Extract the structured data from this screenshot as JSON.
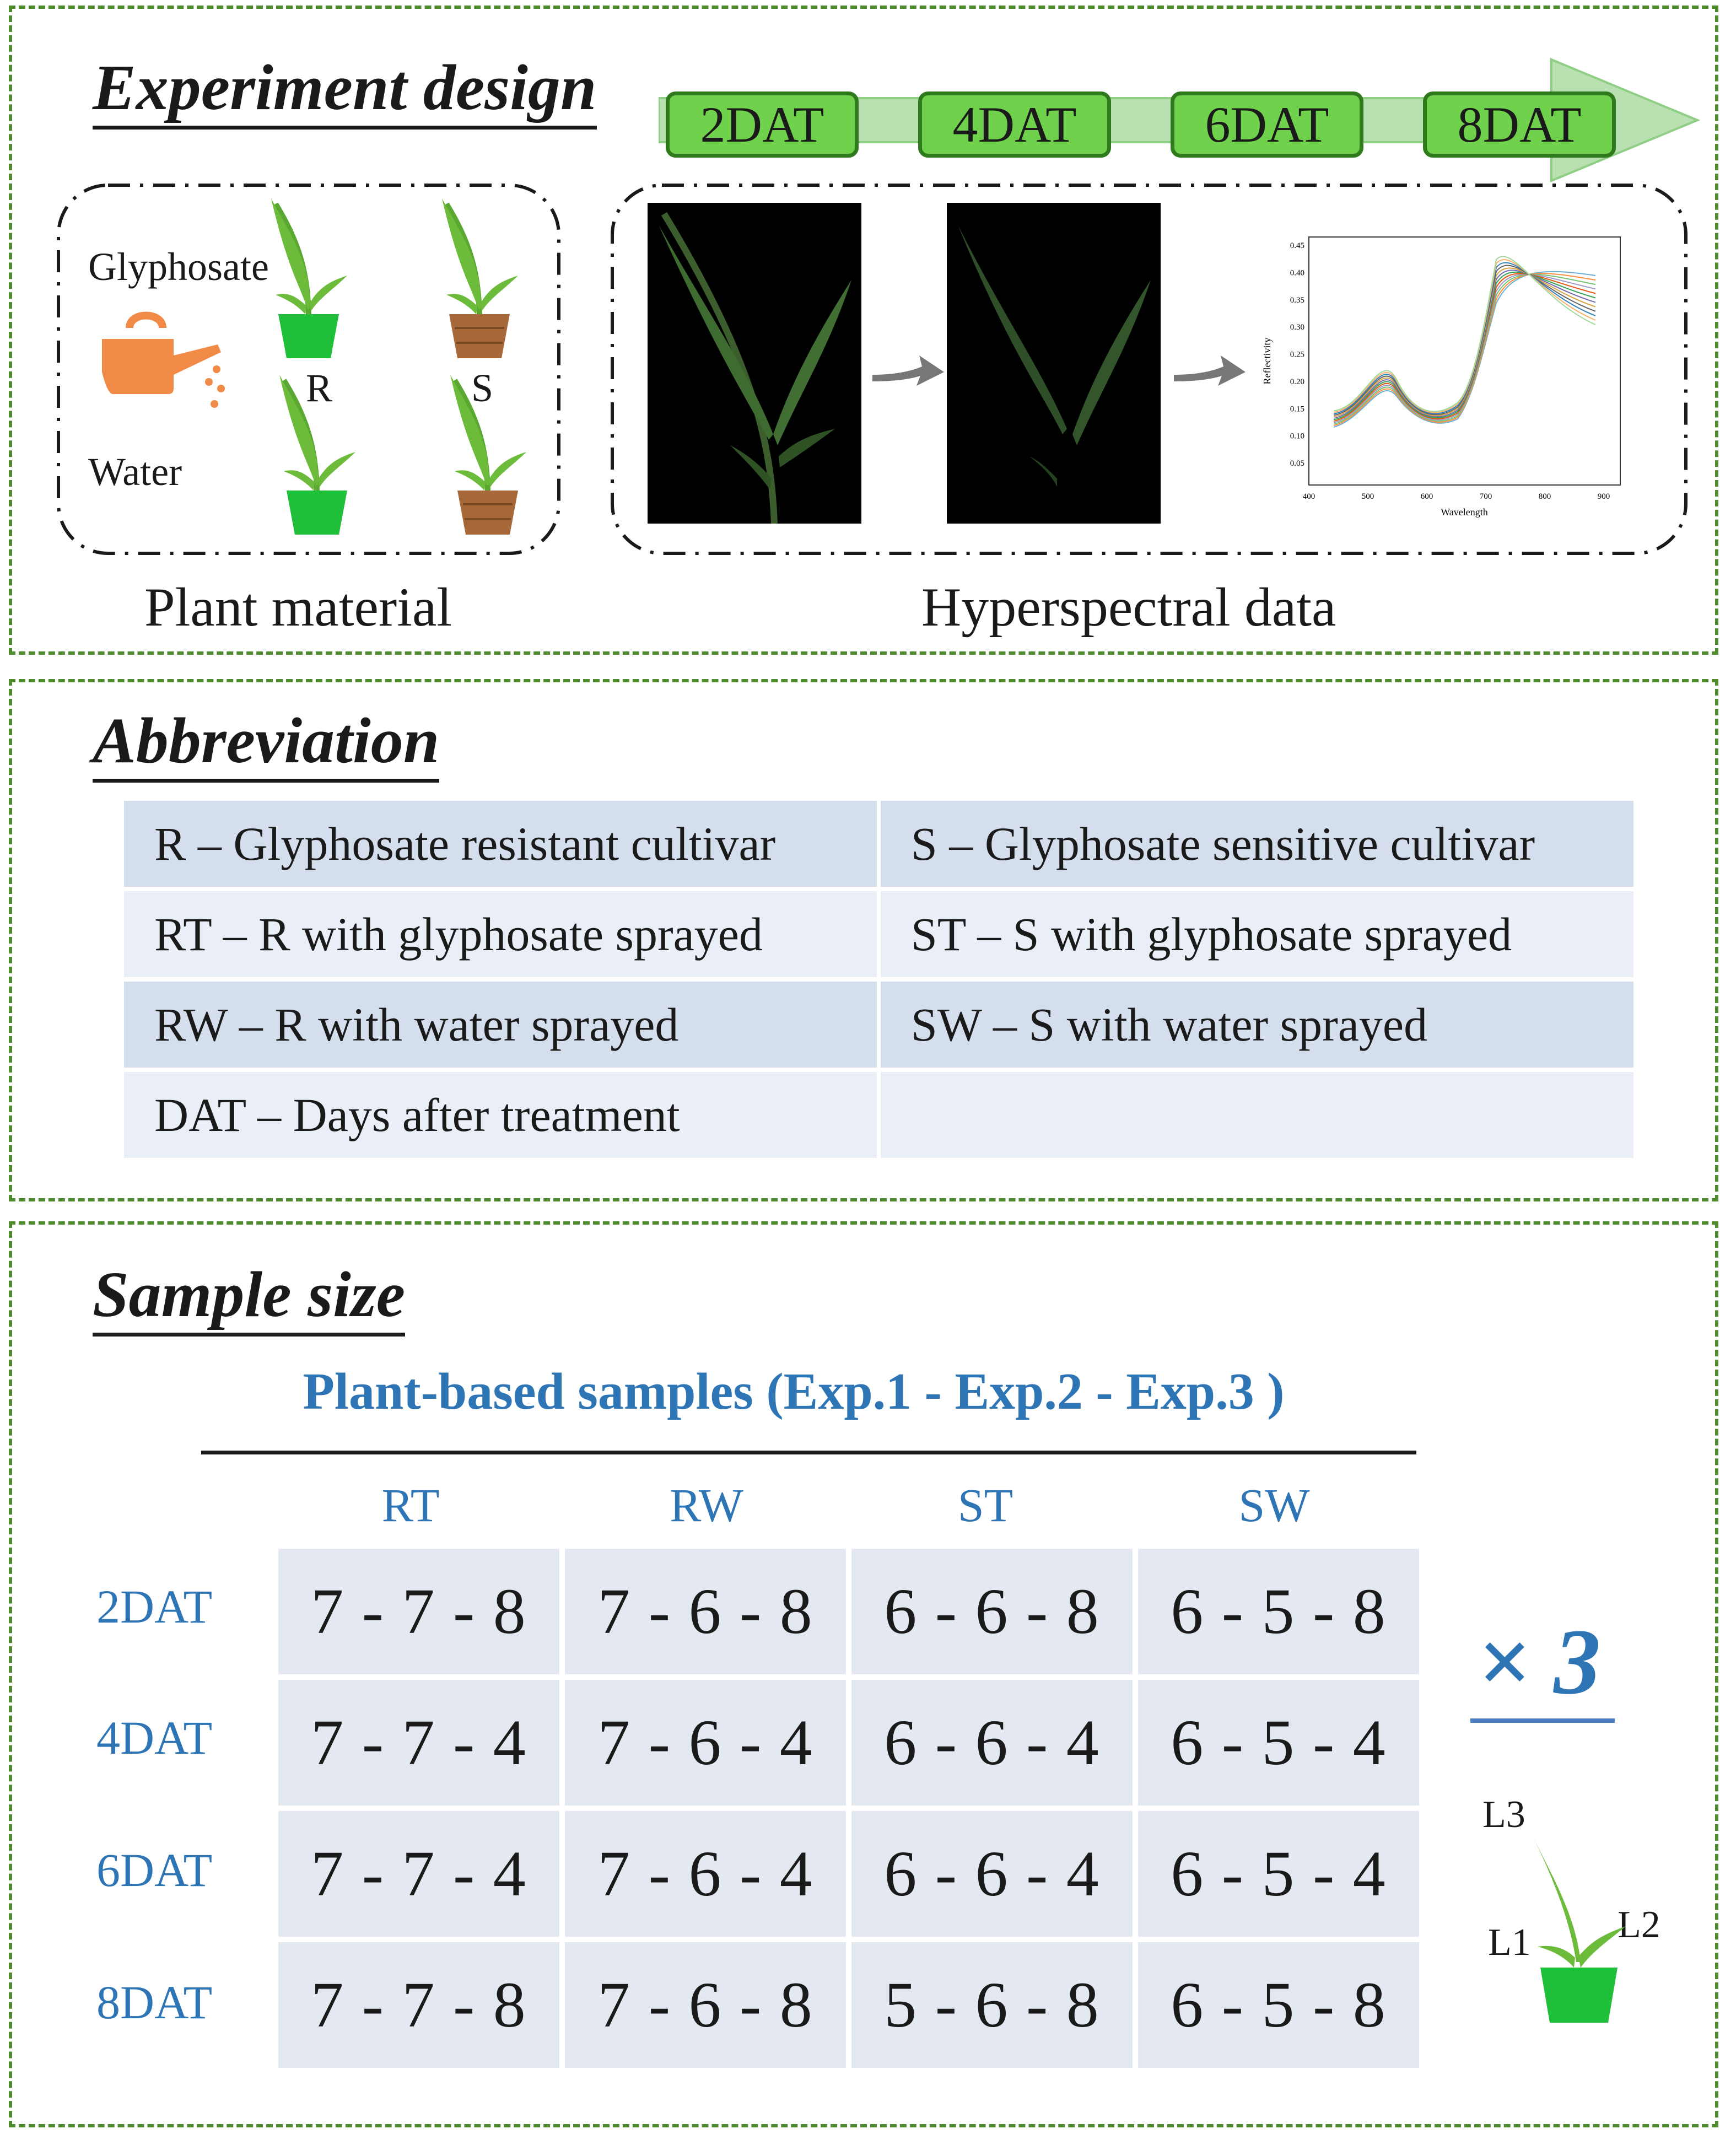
{
  "experiment_design": {
    "title": "Experiment design",
    "timeline": [
      "2DAT",
      "4DAT",
      "6DAT",
      "8DAT"
    ],
    "plant_material": {
      "glyphosate_label": "Glyphosate",
      "water_label": "Water",
      "cultivar_r": "R",
      "cultivar_s": "S",
      "caption": "Plant material"
    },
    "hyperspectral": {
      "caption": "Hyperspectral data",
      "plot": {
        "ylabel": "Reflectivity",
        "xlabel": "Wavelength",
        "x_ticks": [
          "400",
          "500",
          "600",
          "700",
          "800",
          "900"
        ],
        "y_ticks": [
          "0.05",
          "0.10",
          "0.15",
          "0.20",
          "0.25",
          "0.30",
          "0.35",
          "0.40",
          "0.45"
        ]
      }
    }
  },
  "abbreviation": {
    "title": "Abbreviation",
    "rows": [
      [
        "R – Glyphosate resistant cultivar",
        "S – Glyphosate sensitive cultivar"
      ],
      [
        "RT – R with glyphosate sprayed",
        "ST – S with glyphosate sprayed"
      ],
      [
        "RW – R with water sprayed",
        "SW – S with water sprayed"
      ],
      [
        "DAT – Days after treatment",
        ""
      ]
    ]
  },
  "sample_size": {
    "title": "Sample size",
    "subtitle": "Plant-based samples (Exp.1 - Exp.2 - Exp.3 )",
    "columns": [
      "RT",
      "RW",
      "ST",
      "SW"
    ],
    "rows": [
      {
        "label": "2DAT",
        "values": [
          "7 - 7 - 8",
          "7 - 6 - 8",
          "6 - 6 - 8",
          "6 - 5 - 8"
        ]
      },
      {
        "label": "4DAT",
        "values": [
          "7 - 7 - 4",
          "7 - 6 - 4",
          "6 - 6 - 4",
          "6 - 5 - 4"
        ]
      },
      {
        "label": "6DAT",
        "values": [
          "7 - 7 - 4",
          "7 - 6 - 4",
          "6 - 6 - 4",
          "6 - 5 - 4"
        ]
      },
      {
        "label": "8DAT",
        "values": [
          "7 - 7 - 8",
          "7 - 6 - 8",
          "5 - 6 - 8",
          "6 - 5 - 8"
        ]
      }
    ],
    "multiplier": "× 3",
    "leaf_labels": {
      "l1": "L1",
      "l2": "L2",
      "l3": "L3"
    }
  },
  "colors": {
    "panel_border": "#4f8a2f",
    "timeline_box": "#6fd14c",
    "timeline_arrow": "#b8e0b0",
    "accent_blue": "#2e75b6",
    "abbr_dark": "#d4deed",
    "abbr_light": "#e9eef7",
    "sample_cell": "#e3e8f1",
    "pot_green": "#1fbf3a",
    "pot_wood": "#a8693a",
    "watering_can": "#f28a47"
  }
}
